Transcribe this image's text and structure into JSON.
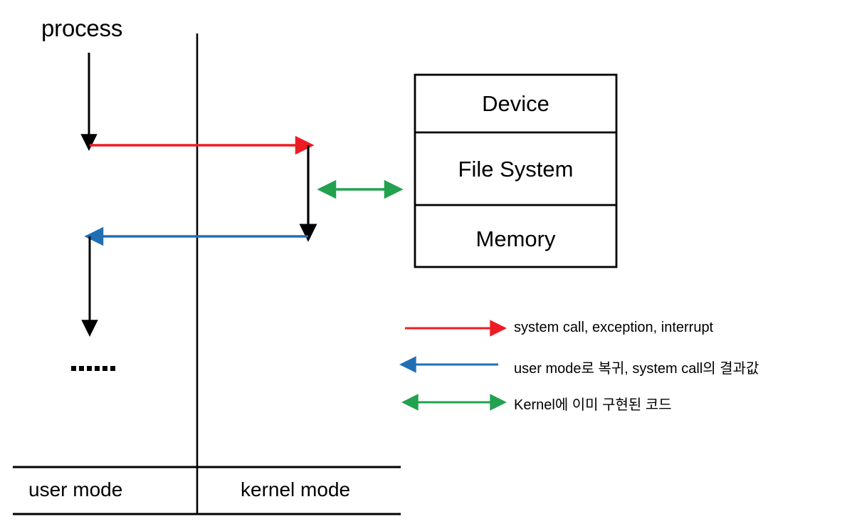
{
  "diagram": {
    "title_label": "process",
    "ellipsis": "......",
    "mode_labels": {
      "user": "user mode",
      "kernel": "kernel mode"
    },
    "kernel_box": {
      "rows": [
        {
          "label": "Device"
        },
        {
          "label": "File System"
        },
        {
          "label": "Memory"
        }
      ]
    },
    "legend": {
      "items": [
        {
          "label": "system call, exception, interrupt",
          "color": "#ED1C24",
          "direction": "right",
          "icon": "arrow-right-icon"
        },
        {
          "label": "user mode로 복귀, system call의 결과값",
          "color": "#1F6FB5",
          "direction": "left",
          "icon": "arrow-left-icon"
        },
        {
          "label": "Kernel에 이미 구현된 코드",
          "color": "#22A14F",
          "direction": "both",
          "icon": "arrow-both-icon"
        }
      ]
    },
    "colors": {
      "stroke": "#000000",
      "red": "#ED1C24",
      "blue": "#1F6FB5",
      "green": "#22A14F",
      "background": "#FFFFFF"
    }
  }
}
